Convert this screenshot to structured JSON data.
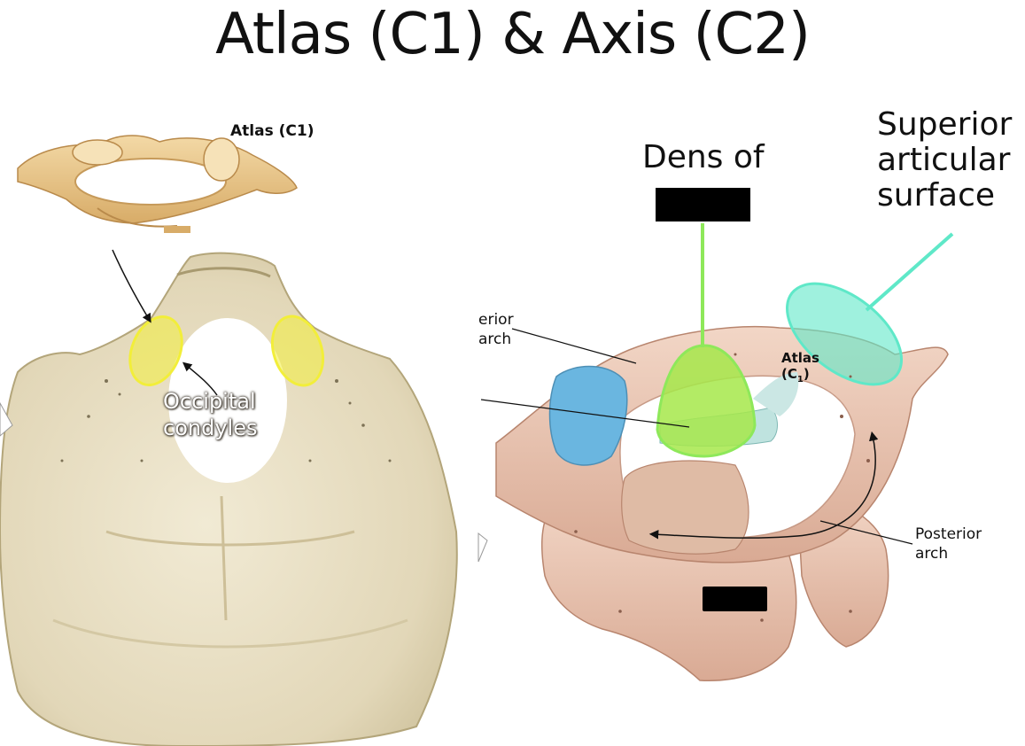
{
  "title": "Atlas (C1) & Axis (C2)",
  "labels": {
    "atlas_small": "Atlas (C1)",
    "occipital_line1": "Occipital",
    "occipital_line2": "condyles",
    "dens_line1": "Dens of",
    "superior_line1": "Superior",
    "superior_line2": "articular",
    "superior_line3": "surface",
    "anterior_arch_line1": "erior",
    "anterior_arch_line2": "arch",
    "atlas_right_line1": "Atlas",
    "atlas_right_line2": "(C",
    "atlas_right_sub": "1",
    "atlas_right_close": ")",
    "posterior_line1": "Posterior",
    "posterior_line2": "arch"
  },
  "colors": {
    "condyle_highlight": "#f2ee3a",
    "dens_highlight": "#a6e84a",
    "dens_line": "#8ee85a",
    "superior_highlight": "#5fe8c8",
    "bone_skull": "#e6dcc0",
    "bone_vertebra": "#e9c6b4",
    "articular_blue": "#6ab6e0"
  }
}
